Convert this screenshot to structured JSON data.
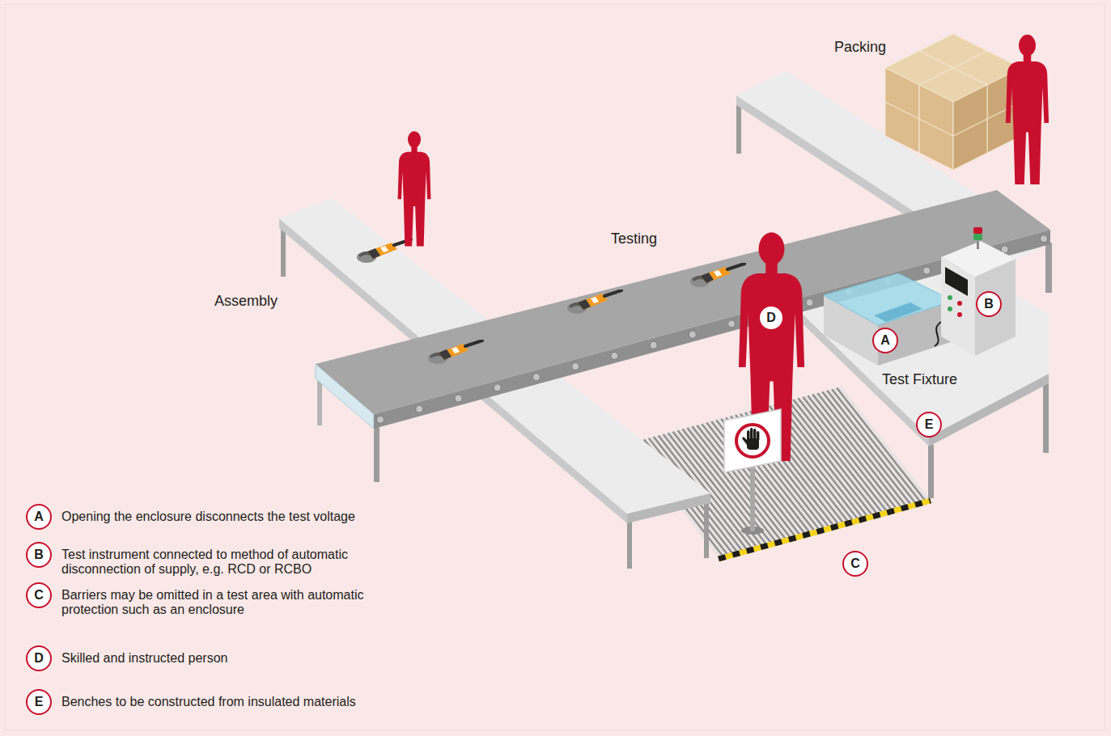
{
  "diagram": {
    "nodes": [
      {
        "text": [
          "A"
        ]
      },
      {
        "text": [
          "B"
        ]
      },
      {
        "text": [
          "C"
        ]
      },
      {
        "text": [
          "D"
        ]
      },
      {
        "text": [
          "E"
        ]
      },
      {
        "text": [
          "A",
          "Opening the enclosure disconnects the test voltage"
        ]
      },
      {
        "text": [
          "B",
          "Test instrument connected to method of automatic disconnection of supply, e.g. RCD or RCBO"
        ]
      },
      {
        "text": [
          "C",
          "Barriers may be omitted in a test area with automatic protection such as an enclosure"
        ]
      },
      {
        "text": [
          "D",
          "Skilled and instructed person"
        ]
      },
      {
        "text": [
          "E",
          "Benches to be constructed from insulated materials"
        ]
      }
    ],
    "labels": [
      "Packing",
      "Testing",
      "Assembly",
      "Test Fixture"
    ]
  }
}
